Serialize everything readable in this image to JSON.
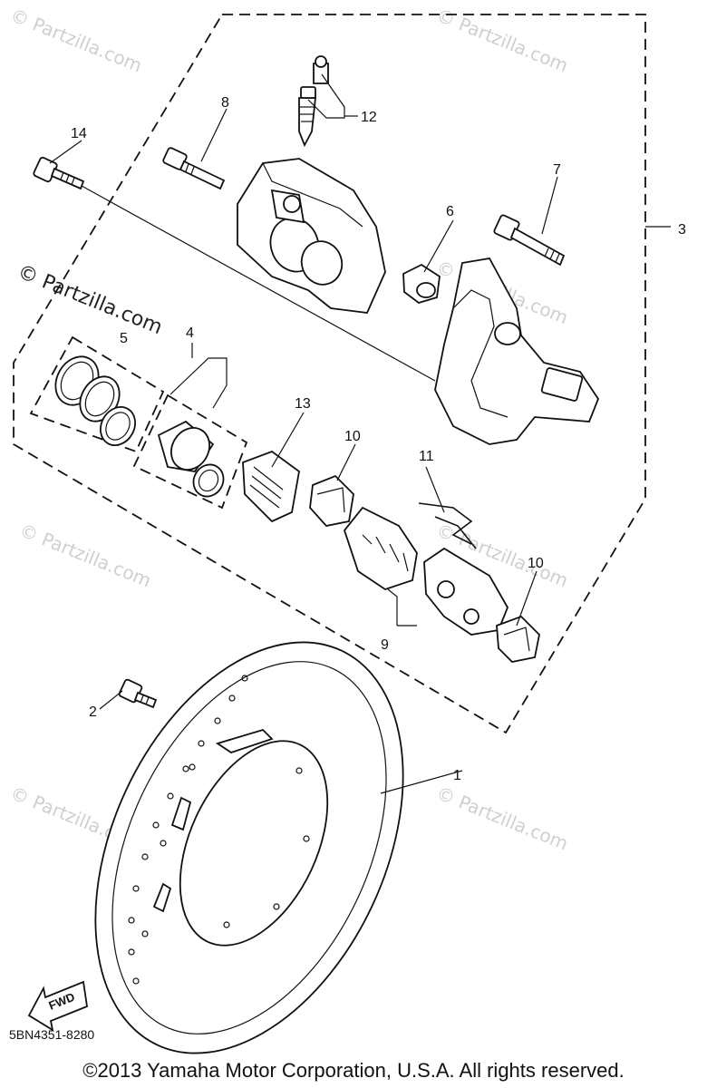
{
  "watermark": "© Partzilla.com",
  "callouts": [
    "1",
    "2",
    "3",
    "4",
    "5",
    "6",
    "7",
    "8",
    "9",
    "10",
    "10",
    "11",
    "12",
    "13",
    "14"
  ],
  "fwd_badge": "FWD",
  "diagram_code": "5BN4351-8280",
  "copyright": "©2013 Yamaha Motor Corporation, U.S.A. All rights reserved."
}
